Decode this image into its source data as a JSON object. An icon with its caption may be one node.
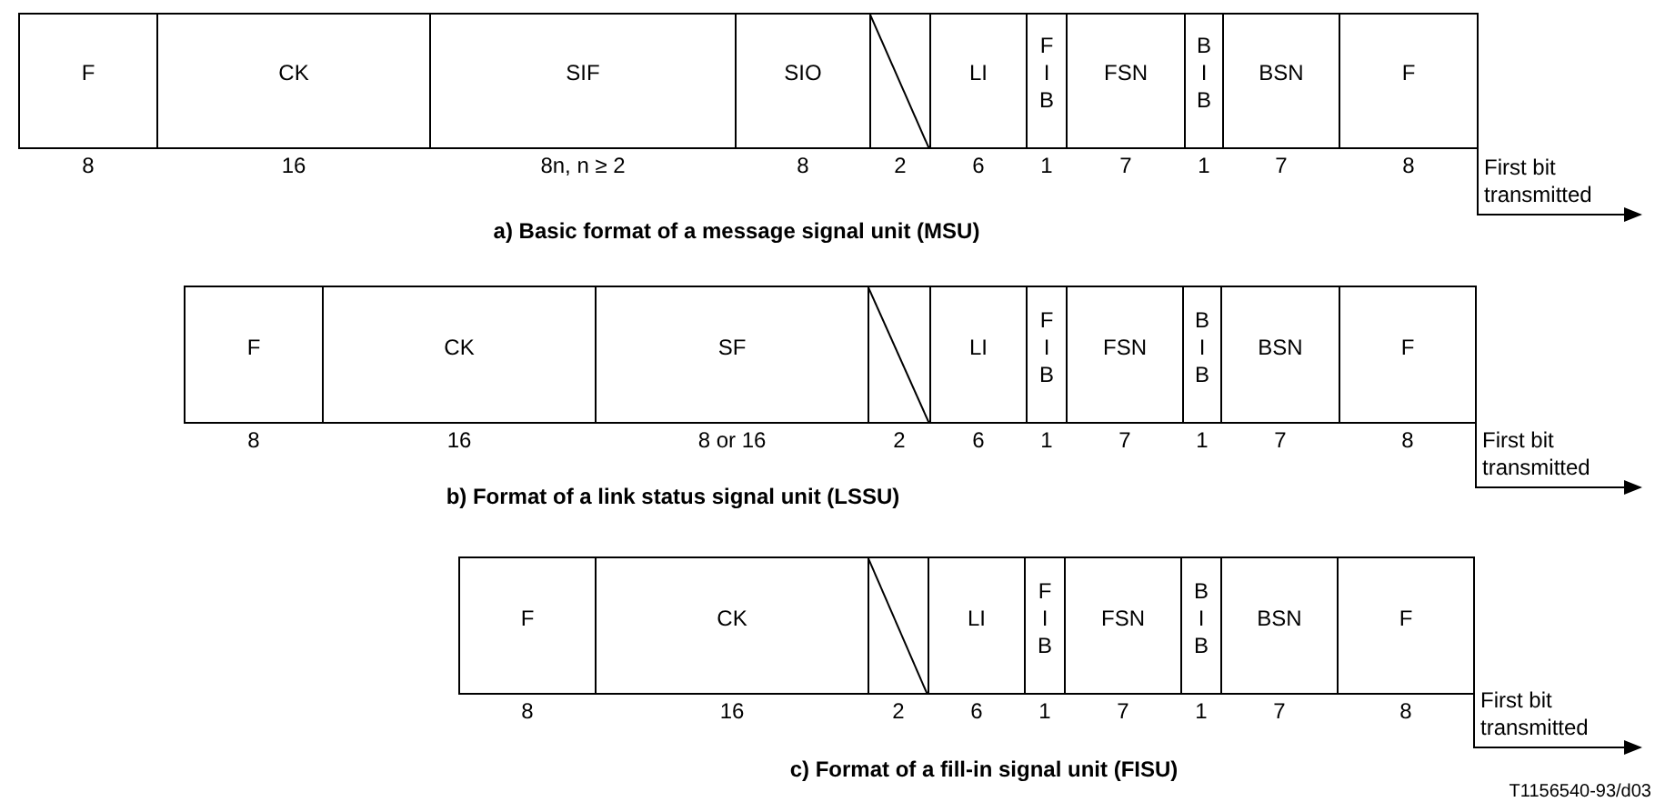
{
  "diagram": {
    "nodes": [
      {
        "text": [
          "F"
        ],
        "beside": [
          "8"
        ]
      },
      {
        "text": [
          "CK"
        ],
        "beside": [
          "16"
        ]
      },
      {
        "text": [
          "SIF"
        ],
        "beside": [
          "8n, n ≥ 2"
        ]
      },
      {
        "text": [
          "SIO"
        ],
        "beside": [
          "8"
        ]
      },
      {
        "text": [],
        "shape": "box",
        "beside": [
          "2"
        ]
      },
      {
        "text": [
          "LI"
        ],
        "beside": [
          "6"
        ]
      },
      {
        "text": [
          "F I B"
        ],
        "beside": [
          "1"
        ]
      },
      {
        "text": [
          "FSN"
        ],
        "beside": [
          "7"
        ]
      },
      {
        "text": [
          "B I B"
        ],
        "beside": [
          "1"
        ]
      },
      {
        "text": [
          "BSN"
        ],
        "beside": [
          "7"
        ]
      },
      {
        "text": [
          "F"
        ],
        "beside": [
          "8"
        ]
      },
      {
        "text": [
          "F"
        ],
        "beside": [
          "8"
        ]
      },
      {
        "text": [
          "CK"
        ],
        "beside": [
          "16"
        ]
      },
      {
        "text": [
          "SF"
        ],
        "beside": [
          "8 or 16"
        ]
      },
      {
        "text": [],
        "shape": "box",
        "beside": [
          "2"
        ]
      },
      {
        "text": [
          "LI"
        ],
        "beside": [
          "6"
        ]
      },
      {
        "text": [
          "F I B"
        ],
        "beside": [
          "1"
        ]
      },
      {
        "text": [
          "FSN"
        ],
        "beside": [
          "7"
        ]
      },
      {
        "text": [
          "B I B"
        ],
        "beside": [
          "1"
        ]
      },
      {
        "text": [
          "BSN"
        ],
        "beside": [
          "7"
        ]
      },
      {
        "text": [
          "F"
        ],
        "beside": [
          "8"
        ]
      },
      {
        "text": [
          "F"
        ],
        "beside": [
          "8"
        ]
      },
      {
        "text": [
          "CK"
        ],
        "beside": [
          "16"
        ]
      },
      {
        "text": [],
        "shape": "box",
        "beside": [
          "2"
        ]
      },
      {
        "text": [
          "LI"
        ],
        "beside": [
          "6"
        ]
      },
      {
        "text": [
          "F I B"
        ],
        "beside": [
          "1"
        ]
      },
      {
        "text": [
          "FSN"
        ],
        "beside": [
          "7"
        ]
      },
      {
        "text": [
          "B I B"
        ],
        "beside": [
          "1"
        ]
      },
      {
        "text": [
          "BSN"
        ],
        "beside": [
          "7"
        ]
      },
      {
        "text": [
          "F"
        ],
        "beside": [
          "8"
        ]
      }
    ],
    "edges": [
      {
        "from": 10,
        "to": null,
        "arrow": "to",
        "label": "First bit transmitted"
      },
      {
        "from": 20,
        "to": null,
        "arrow": "to",
        "label": "First bit transmitted"
      },
      {
        "from": 29,
        "to": null,
        "arrow": "to",
        "label": "First bit transmitted"
      }
    ],
    "labels": [
      "a) Basic format of a message signal unit (MSU)",
      "b) Format of a link status signal unit (LSSU)",
      "c) Format of a fill-in signal unit (FISU)",
      "T1156540-93/d03"
    ]
  }
}
